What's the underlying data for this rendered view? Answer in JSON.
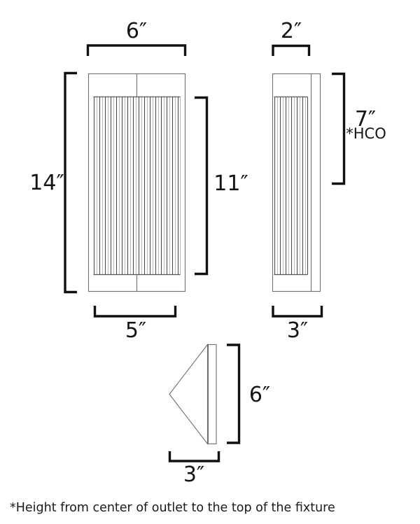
{
  "document": {
    "kind": "product-dimension-drawing",
    "title": "",
    "background_color": "#ffffff",
    "line_color": "#111111",
    "body_outline_color": "#6f6f6f",
    "rib_color": "#4a4a4a"
  },
  "views": {
    "front": {
      "name": "front-elevation",
      "dimensions": {
        "width_top": "6″",
        "width_bottom": "5″",
        "height_overall": "14″",
        "height_lens": "11″"
      }
    },
    "side": {
      "name": "side-elevation",
      "dimensions": {
        "width_top": "2″",
        "width_bottom": "3″",
        "height_hco": "7″",
        "height_hco_note": "*HCO"
      }
    },
    "top": {
      "name": "top-plan",
      "dimensions": {
        "depth": "6″",
        "width": "3″"
      }
    }
  },
  "labels": {
    "front_width_top": "6″",
    "front_width_bottom": "5″",
    "front_height_overall": "14″",
    "front_height_lens": "11″",
    "side_width_top": "2″",
    "side_width_bottom": "3″",
    "side_height_hco": "7″",
    "side_height_hco_note": "*HCO",
    "top_depth": "6″",
    "top_width": "3″"
  },
  "footnote": {
    "text": "*Height from center of outlet to the top of the fixture"
  }
}
